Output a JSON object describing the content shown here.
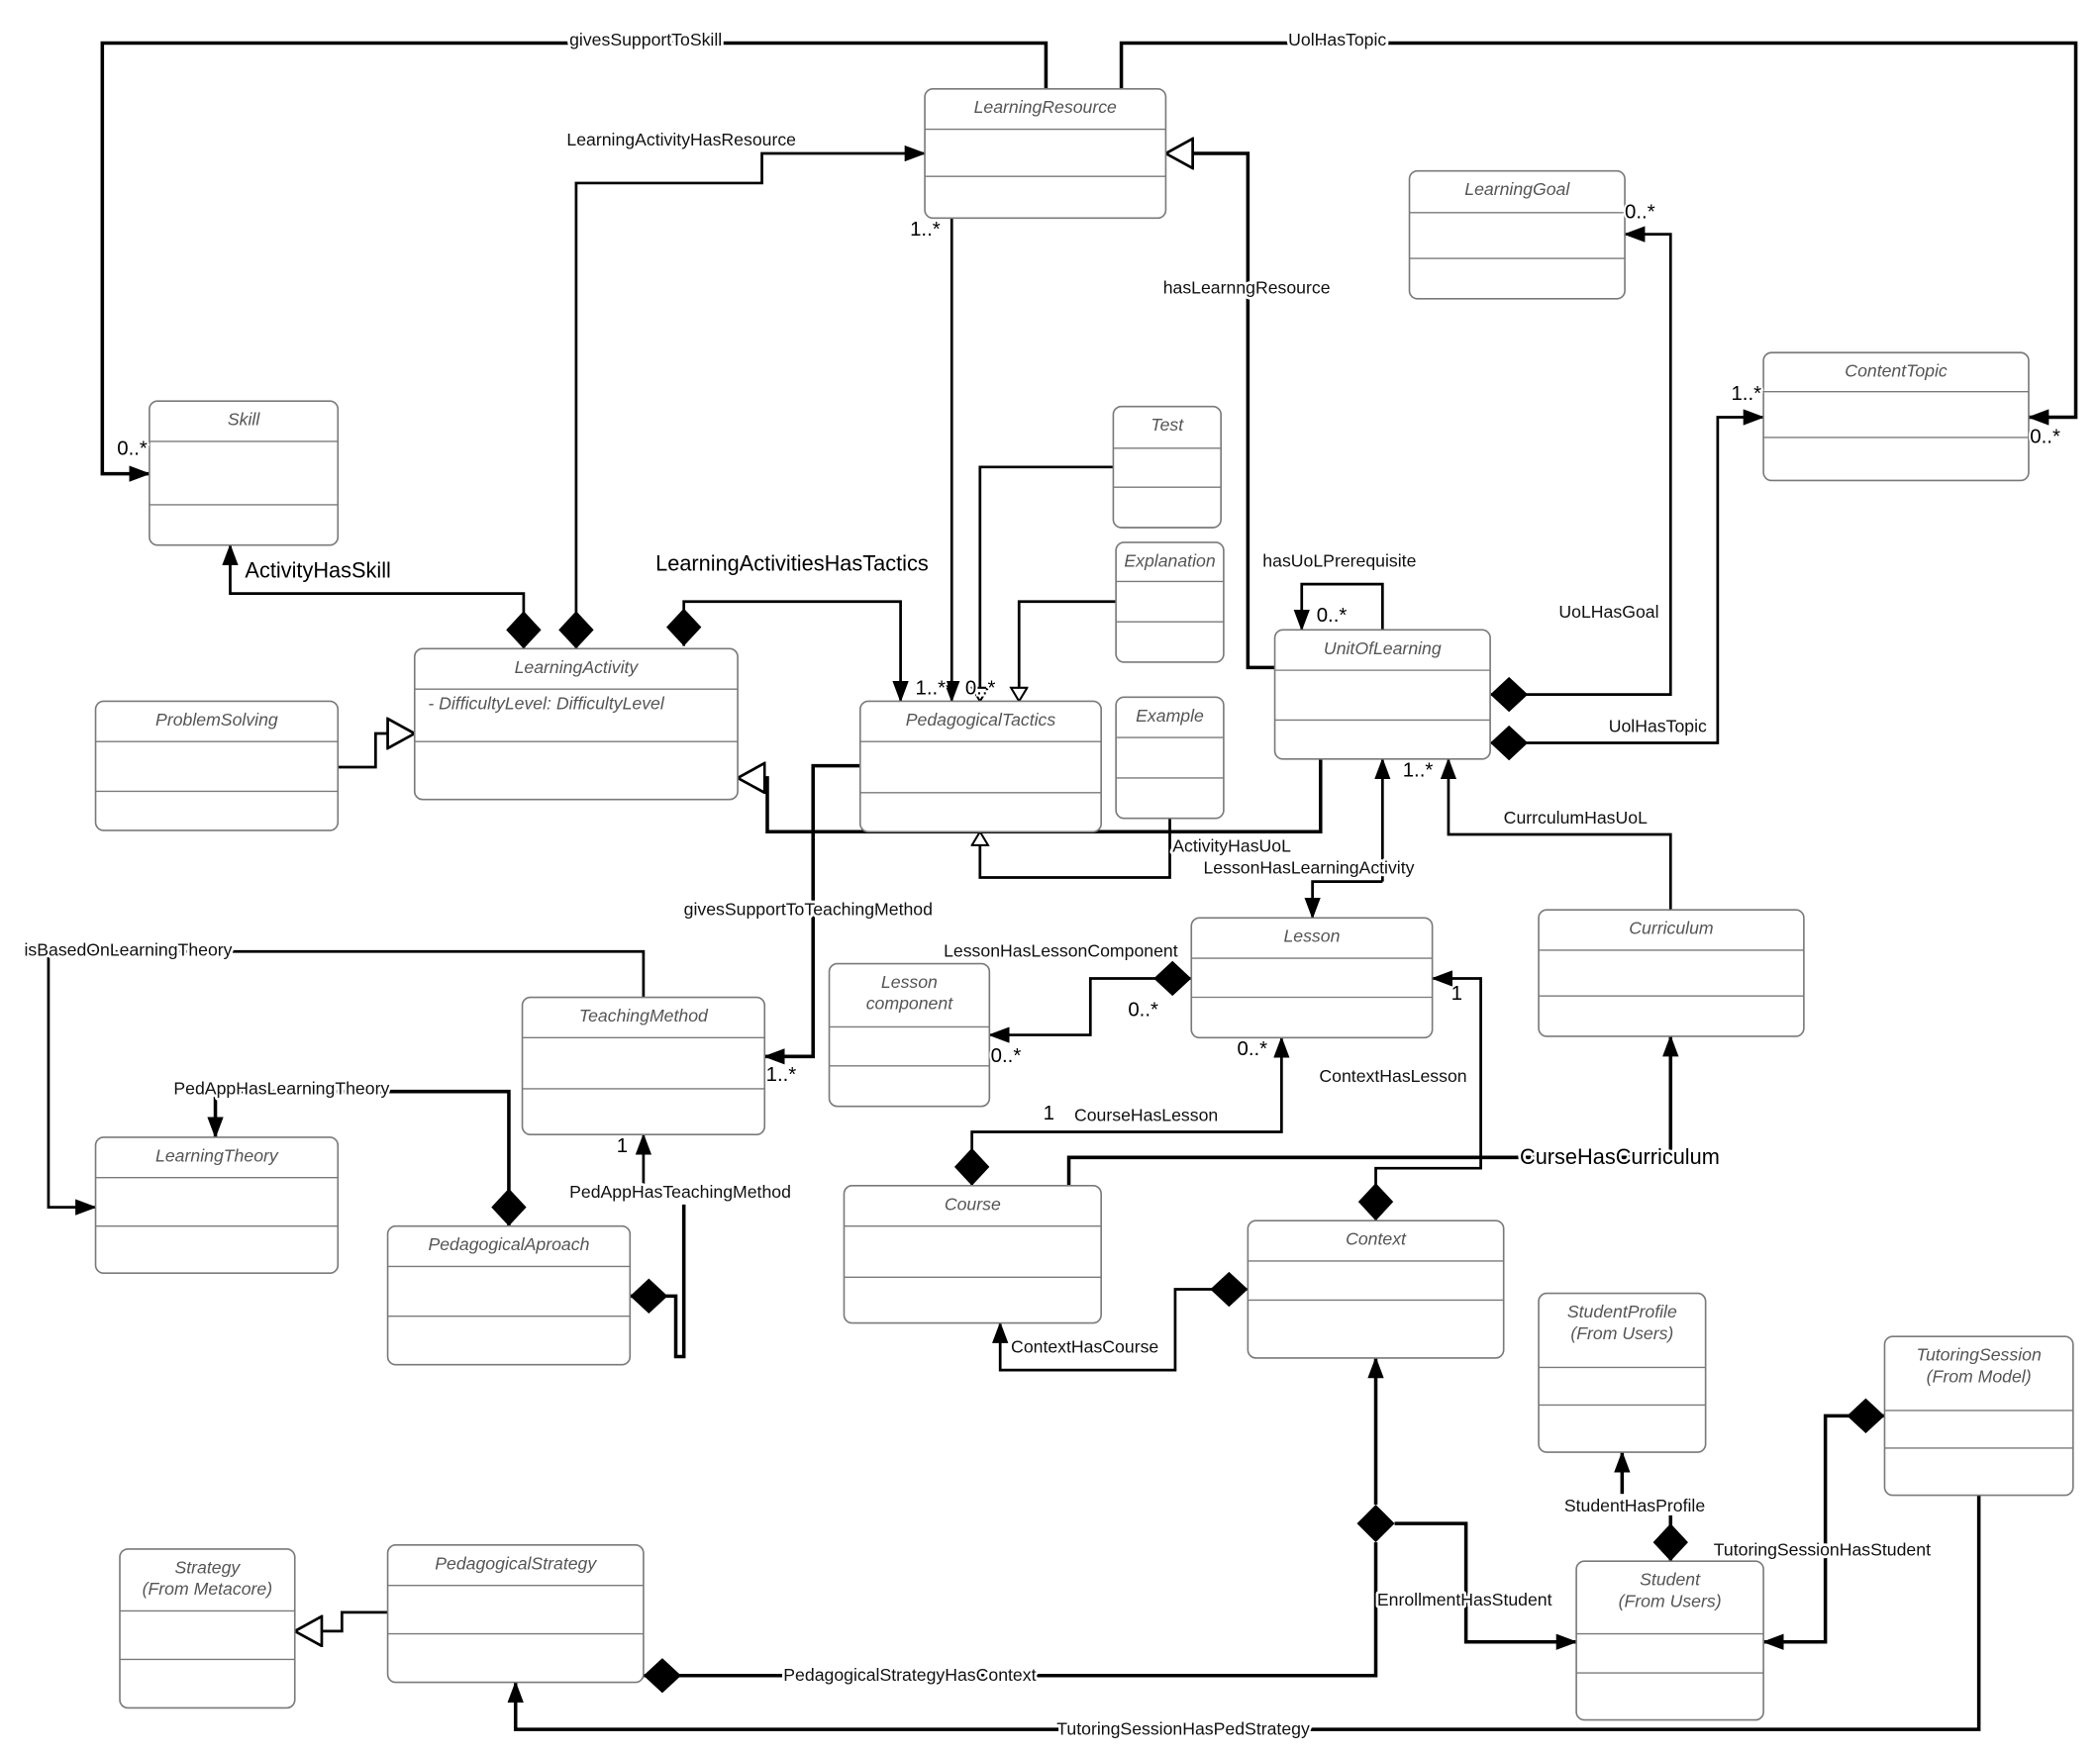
{
  "classes": [
    {
      "id": "learning-resource",
      "name": [
        "LearningResource"
      ]
    },
    {
      "id": "learning-goal",
      "name": [
        "LearningGoal"
      ]
    },
    {
      "id": "content-topic",
      "name": [
        "ContentTopic"
      ]
    },
    {
      "id": "skill",
      "name": [
        "Skill"
      ]
    },
    {
      "id": "test",
      "name": [
        "Test"
      ]
    },
    {
      "id": "explanation",
      "name": [
        "Explanation"
      ]
    },
    {
      "id": "learning-activity",
      "name": [
        "LearningActivity"
      ],
      "attr": "- DifficultyLevel: DifficultyLevel"
    },
    {
      "id": "problem-solving",
      "name": [
        "ProblemSolving"
      ]
    },
    {
      "id": "pedagogical-tactics",
      "name": [
        "PedagogicalTactics"
      ]
    },
    {
      "id": "example",
      "name": [
        "Example"
      ]
    },
    {
      "id": "unit-of-learning",
      "name": [
        "UnitOfLearning"
      ]
    },
    {
      "id": "lesson",
      "name": [
        "Lesson"
      ]
    },
    {
      "id": "curriculum",
      "name": [
        "Curriculum"
      ]
    },
    {
      "id": "lesson-component",
      "name": [
        "Lesson",
        "component"
      ]
    },
    {
      "id": "teaching-method",
      "name": [
        "TeachingMethod"
      ]
    },
    {
      "id": "learning-theory",
      "name": [
        "LearningTheory"
      ]
    },
    {
      "id": "pedagogical-aproach",
      "name": [
        "PedagogicalAproach"
      ]
    },
    {
      "id": "course",
      "name": [
        "Course"
      ]
    },
    {
      "id": "context",
      "name": [
        "Context"
      ]
    },
    {
      "id": "student-profile",
      "name": [
        "StudentProfile",
        "(From Users)"
      ]
    },
    {
      "id": "tutoring-session",
      "name": [
        "TutoringSession",
        "(From Model)"
      ]
    },
    {
      "id": "strategy",
      "name": [
        "Strategy",
        "(From Metacore)"
      ]
    },
    {
      "id": "pedagogical-strategy",
      "name": [
        "PedagogicalStrategy"
      ]
    },
    {
      "id": "student",
      "name": [
        "Student",
        "(From Users)"
      ]
    }
  ],
  "labels": {
    "givesSupportToSkill": "givesSupportToSkill",
    "uolHasTopicTop": "UolHasTopic",
    "laHasResource": "LearningActivityHasResource",
    "activityHasSkill": "ActivityHasSkill",
    "laHasTactics": "LearningActivitiesHasTactics",
    "hasLearnngResource": "hasLearnngResource",
    "hasUoLPrerequisite": "hasUoLPrerequisite",
    "uolHasGoal": "UoLHasGoal",
    "uolHasTopic": "UolHasTopic",
    "activityHasUoL": "ActivityHasUoL",
    "lessonHasLA": "LessonHasLearningActivity",
    "curriculumHasUoL": "CurrculumHasUoL",
    "givesSupportToTM": "givesSupportToTeachingMethod",
    "isBasedOnLT": "isBasedOnLearningTheory",
    "pedAppHasLT": "PedAppHasLearningTheory",
    "pedAppHasTM": "PedAppHasTeachingMethod",
    "lessonHasLC": "LessonHasLessonComponent",
    "courseHasLesson": "CourseHasLesson",
    "contextHasLesson": "ContextHasLesson",
    "curseHasCurriculum": "CurseHasCurriculum",
    "contextHasCourse": "ContextHasCourse",
    "enrollmentHasStudent": "EnrollmentHasStudent",
    "psHasContext": "PedagogicalStrategyHasContext",
    "studentHasProfile": "StudentHasProfile",
    "tsHasStudent": "TutoringSessionHasStudent",
    "tsHasPedStrategy": "TutoringSessionHasPedStrategy"
  },
  "multiplicities": {
    "skill": "0..*",
    "topicTop": "0..*",
    "lrBottom": "1..*",
    "ptTop1": "1..*",
    "ptTop2": "0..*",
    "goal": "0..*",
    "topic": "1..*",
    "prereq": "0..*",
    "uolBottom": "1..*",
    "tmRight": "1..*",
    "tmBottom": "1",
    "lcDiamond": "0..*",
    "lcArrow": "0..*",
    "courseTop": "1",
    "lessonBottom": "0..*",
    "lessonRight": "1"
  }
}
